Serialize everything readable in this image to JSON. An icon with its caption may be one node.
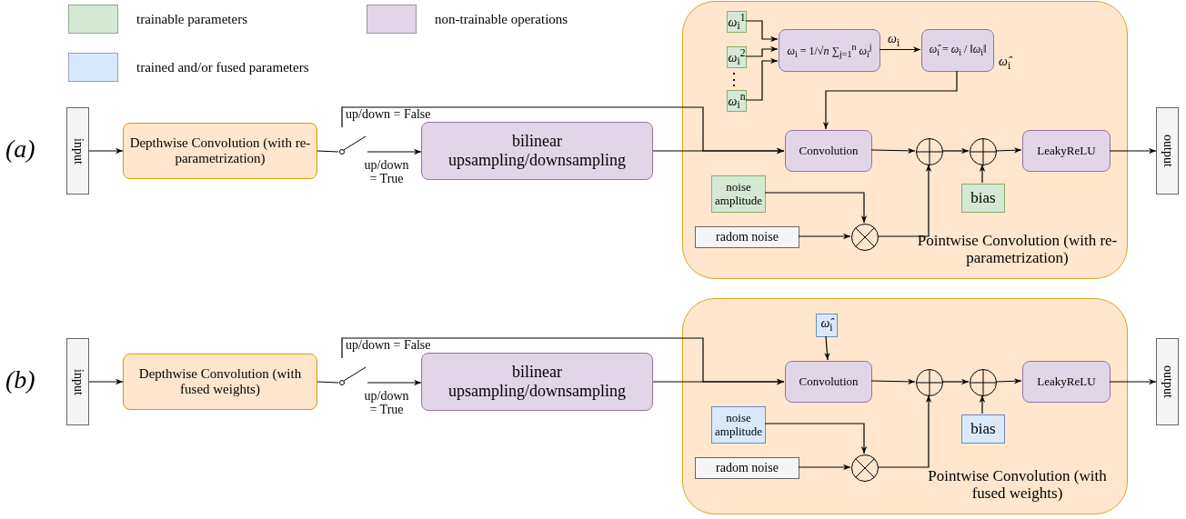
{
  "diagram": {
    "nodes": [
      {
        "text": [
          "input"
        ]
      },
      {
        "text": [
          "Depthwise Convolution (with re-parametrization)"
        ]
      },
      {
        "text": [],
        "shape": "switch"
      },
      {
        "text": [
          "bilinear upsampling/downsampling"
        ]
      },
      {
        "text": [
          "Pointwise Convolution (with re-parametrization)"
        ]
      },
      {
        "text": [
          "*ω*$_{i}$$^{1}$"
        ],
        "in": 4
      },
      {
        "text": [
          "*ω*$_{i}$$^{2}$"
        ],
        "in": 4
      },
      {
        "text": [
          "*ω*$_{i}$$^{n}$"
        ],
        "in": 4
      },
      {
        "text": [
          "*ω*$_{i}$ = 1/√*n* ∑$_{j=1}$$^{n}$ *ω*$_{i}$$^{j}$"
        ],
        "in": 4
      },
      {
        "text": [
          "*ω̂*$_{i}$ = *ω*$_{i}$ / ‖*ω*$_{i}$‖"
        ],
        "in": 4,
        "beside": [
          "*ω̂*$_{i}$"
        ]
      },
      {
        "text": [
          "Convolution"
        ],
        "in": 4
      },
      {
        "text": [],
        "shape": "circle",
        "in": 4
      },
      {
        "text": [],
        "shape": "circle",
        "in": 4
      },
      {
        "text": [
          "LeakyReLU"
        ],
        "in": 4
      },
      {
        "text": [
          "noise amplitude"
        ],
        "in": 4
      },
      {
        "text": [],
        "shape": "circle",
        "in": 4
      },
      {
        "text": [
          "radom noise"
        ],
        "in": 4
      },
      {
        "text": [
          "bias"
        ],
        "in": 4
      },
      {
        "text": [
          "output"
        ]
      },
      {
        "text": [
          "input"
        ]
      },
      {
        "text": [
          "Depthwise Convolution (with fused weights)"
        ]
      },
      {
        "text": [],
        "shape": "switch"
      },
      {
        "text": [
          "bilinear upsampling/downsampling"
        ]
      },
      {
        "text": [
          "Pointwise Convolution (with fused weights)"
        ]
      },
      {
        "text": [
          "*ω̂*$_{i}$"
        ],
        "in": 23
      },
      {
        "text": [
          "Convolution"
        ],
        "in": 23
      },
      {
        "text": [],
        "shape": "circle",
        "in": 23
      },
      {
        "text": [],
        "shape": "circle",
        "in": 23
      },
      {
        "text": [
          "LeakyReLU"
        ],
        "in": 23
      },
      {
        "text": [
          "noise amplitude"
        ],
        "in": 23
      },
      {
        "text": [],
        "shape": "circle",
        "in": 23
      },
      {
        "text": [
          "radom noise"
        ],
        "in": 23
      },
      {
        "text": [
          "bias"
        ],
        "in": 23
      },
      {
        "text": [
          "output"
        ]
      }
    ],
    "edges": [
      {
        "from": 0,
        "to": 1,
        "arrow": "to"
      },
      {
        "from": 1,
        "to": 2,
        "arrow": "none"
      },
      {
        "from": 2,
        "to": 3,
        "arrow": "to",
        "label": "up/down = True"
      },
      {
        "from": 2,
        "to": 10,
        "arrow": "to",
        "label": "up/down = False"
      },
      {
        "from": 3,
        "to": 10,
        "arrow": "to"
      },
      {
        "from": 5,
        "to": 8,
        "arrow": "to"
      },
      {
        "from": 6,
        "to": 8,
        "arrow": "to"
      },
      {
        "from": 7,
        "to": 8,
        "arrow": "to"
      },
      {
        "from": 8,
        "to": 9,
        "arrow": "to",
        "label": "*ω*$_{i}$"
      },
      {
        "from": 9,
        "to": 10,
        "arrow": "to"
      },
      {
        "from": 10,
        "to": 11,
        "arrow": "to"
      },
      {
        "from": 11,
        "to": 12,
        "arrow": "to"
      },
      {
        "from": 12,
        "to": 13,
        "arrow": "to"
      },
      {
        "from": 13,
        "to": 18,
        "arrow": "to"
      },
      {
        "from": 14,
        "to": 15,
        "arrow": "to"
      },
      {
        "from": 16,
        "to": 15,
        "arrow": "to"
      },
      {
        "from": 15,
        "to": 11,
        "arrow": "to"
      },
      {
        "from": 17,
        "to": 12,
        "arrow": "to"
      },
      {
        "from": 19,
        "to": 20,
        "arrow": "to"
      },
      {
        "from": 20,
        "to": 21,
        "arrow": "none"
      },
      {
        "from": 21,
        "to": 22,
        "arrow": "to",
        "label": "up/down = True"
      },
      {
        "from": 21,
        "to": 25,
        "arrow": "to",
        "label": "up/down = False"
      },
      {
        "from": 22,
        "to": 25,
        "arrow": "to"
      },
      {
        "from": 24,
        "to": 25,
        "arrow": "to"
      },
      {
        "from": 25,
        "to": 26,
        "arrow": "to"
      },
      {
        "from": 26,
        "to": 27,
        "arrow": "to"
      },
      {
        "from": 27,
        "to": 28,
        "arrow": "to"
      },
      {
        "from": 28,
        "to": 33,
        "arrow": "to"
      },
      {
        "from": 29,
        "to": 30,
        "arrow": "to"
      },
      {
        "from": 31,
        "to": 30,
        "arrow": "to"
      },
      {
        "from": 30,
        "to": 26,
        "arrow": "to"
      },
      {
        "from": 32,
        "to": 27,
        "arrow": "to"
      }
    ],
    "labels": [
      "⋮",
      "(a)",
      "(b)"
    ],
    "legend": [
      {
        "text": "trainable parameters",
        "color": "#d5e8d4"
      },
      {
        "text": "non-trainable operations",
        "color": "#e1d5e7"
      },
      {
        "text": "trained and/or fused parameters",
        "color": "#dae8fc"
      }
    ]
  }
}
